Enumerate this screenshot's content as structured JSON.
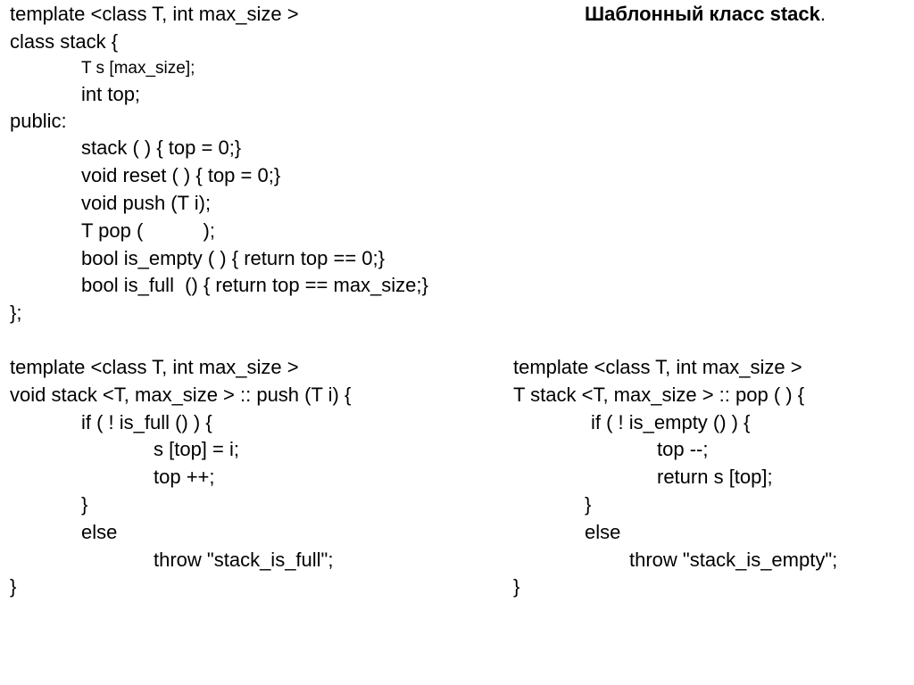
{
  "slide": {
    "title": "Шаблонный класс stack",
    "title_dot": "."
  },
  "class_def": {
    "lines": [
      "template <class T, int max_size >",
      "class stack {",
      "T s [max_size];",
      "int top;",
      "public:",
      "stack ( ) { top = 0;}",
      "void reset ( ) { top = 0;}",
      "void push (T i);",
      "T pop (           );",
      "bool is_empty ( ) { return top == 0;}",
      "bool is_full  () { return top == max_size;}",
      "};"
    ]
  },
  "push_def": {
    "lines": [
      "template <class T, int max_size >",
      "void stack <T, max_size > :: push (T i) {",
      "if ( ! is_full () ) {",
      "s [top] = i;",
      "top ++;",
      "}",
      "else",
      "throw \"stack_is_full\";",
      "}"
    ]
  },
  "pop_def": {
    "lines": [
      "template <class T, int max_size >",
      "T stack <T, max_size > :: pop ( ) {",
      "if ( ! is_empty () ) {",
      "top --;",
      "return s [top];",
      "}",
      "else",
      "throw \"stack_is_empty\";",
      "}"
    ]
  }
}
